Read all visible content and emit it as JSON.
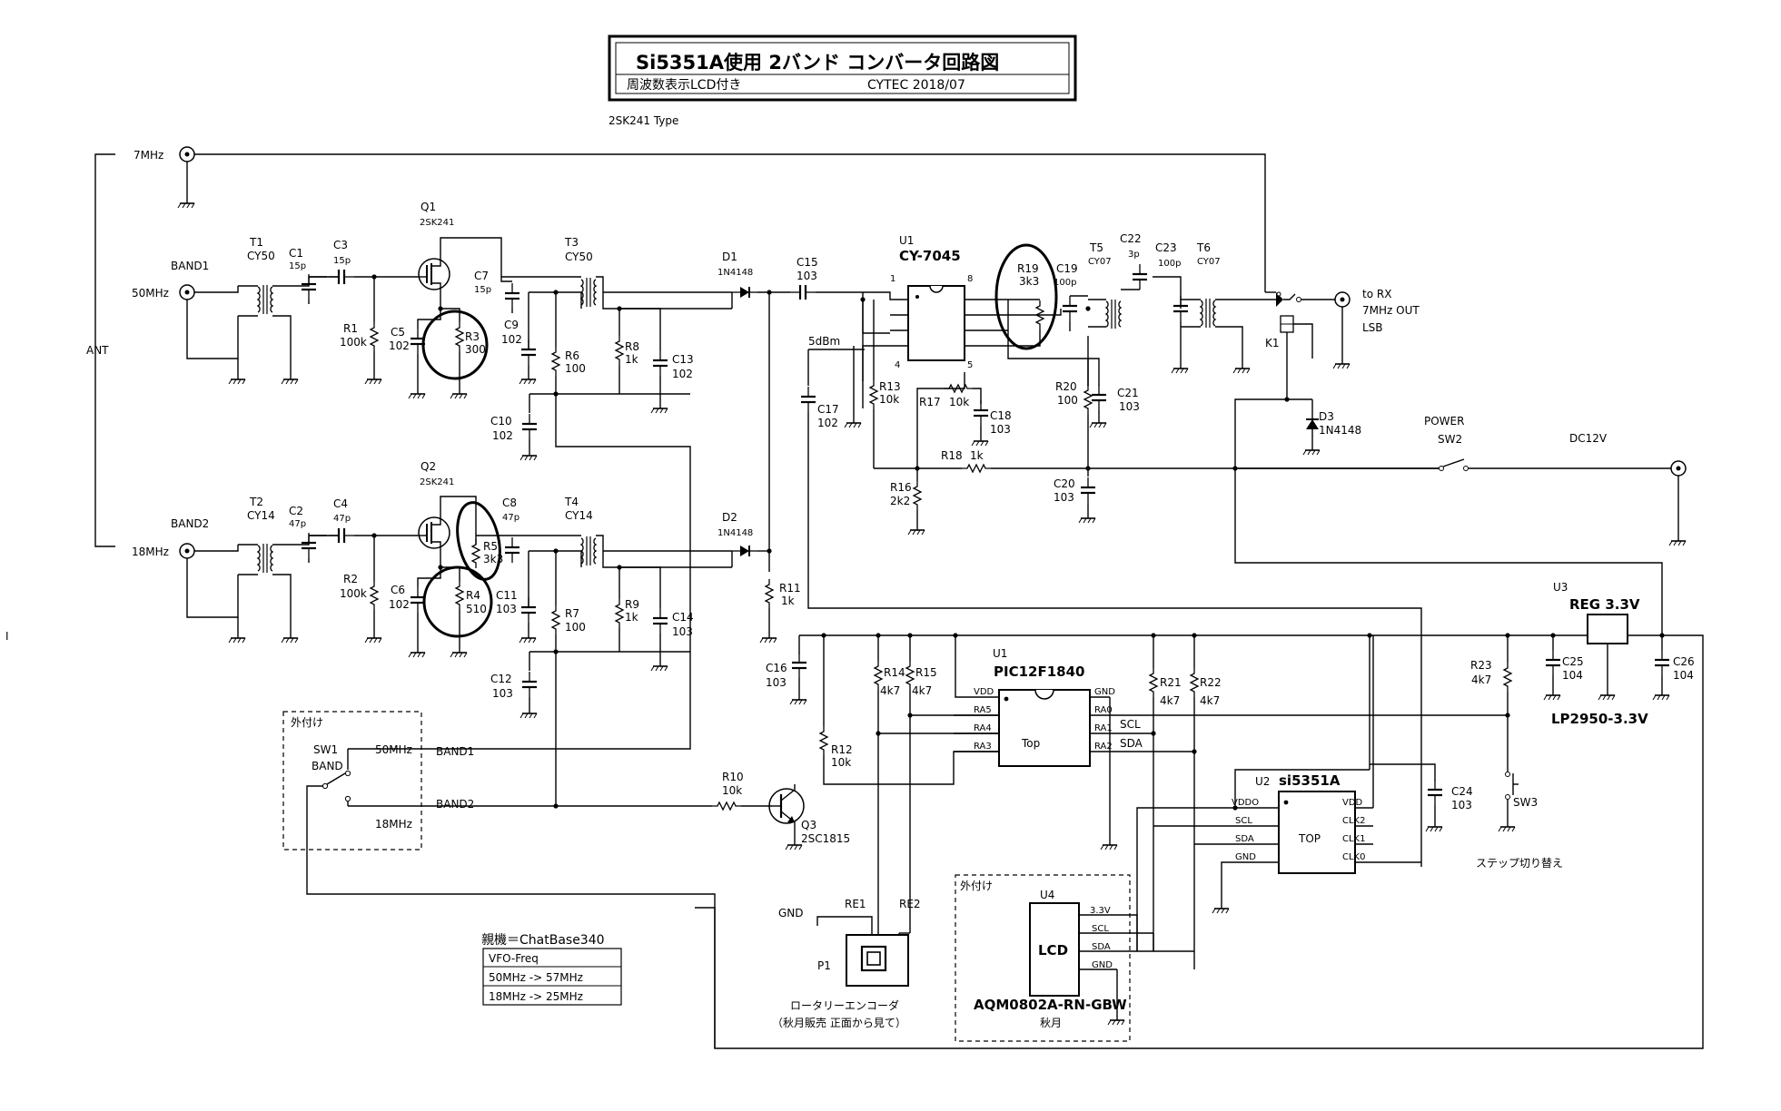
{
  "title": {
    "main": "Si5351A使用 2バンド コンバータ回路図",
    "sub_left": "周波数表示LCD付き",
    "sub_right": "CYTEC 2018/07",
    "type_note": "2SK241 Type"
  },
  "rf_inputs": {
    "ant": "ANT",
    "f7": "7MHz",
    "band1": "BAND1",
    "f50": "50MHz",
    "band2": "BAND2",
    "f18": "18MHz"
  },
  "parts": {
    "T1": [
      "T1",
      "CY50"
    ],
    "C1": [
      "C1",
      "15p"
    ],
    "C3": [
      "C3",
      "15p"
    ],
    "Q1": [
      "Q1",
      "2SK241"
    ],
    "R1": [
      "R1",
      "100k"
    ],
    "C5": [
      "C5",
      "102"
    ],
    "R3": [
      "R3",
      "300"
    ],
    "C7": [
      "C7",
      "15p"
    ],
    "C9": [
      "C9",
      "102"
    ],
    "T3": [
      "T3",
      "CY50"
    ],
    "R6": [
      "R6",
      "100"
    ],
    "R8": [
      "R8",
      "1k"
    ],
    "C13": [
      "C13",
      "102"
    ],
    "C10": [
      "C10",
      "102"
    ],
    "T2": [
      "T2",
      "CY14"
    ],
    "C2": [
      "C2",
      "47p"
    ],
    "C4": [
      "C4",
      "47p"
    ],
    "Q2": [
      "Q2",
      "2SK241"
    ],
    "R2": [
      "R2",
      "100k"
    ],
    "C6": [
      "C6",
      "102"
    ],
    "R4": [
      "R4",
      "510"
    ],
    "R5": [
      "R5",
      "3k3"
    ],
    "C8": [
      "C8",
      "47p"
    ],
    "C11": [
      "C11",
      "103"
    ],
    "T4": [
      "T4",
      "CY14"
    ],
    "R7": [
      "R7",
      "100"
    ],
    "R9": [
      "R9",
      "1k"
    ],
    "C14": [
      "C14",
      "103"
    ],
    "C12": [
      "C12",
      "103"
    ],
    "D1": [
      "D1",
      "1N4148"
    ],
    "D2": [
      "D2",
      "1N4148"
    ],
    "C15": [
      "C15",
      "103"
    ],
    "R11": [
      "R11",
      "1k"
    ],
    "C17": [
      "C17",
      "102"
    ],
    "C16": [
      "C16",
      "103"
    ],
    "U1a": [
      "U1",
      "CY-7045"
    ],
    "R13": [
      "R13",
      "10k"
    ],
    "R17": [
      "R17",
      "10k"
    ],
    "C18": [
      "C18",
      "103"
    ],
    "R16": [
      "R16",
      "2k2"
    ],
    "R18": [
      "R18",
      "1k"
    ],
    "R19": [
      "R19",
      "3k3"
    ],
    "C19": [
      "C19",
      "100p"
    ],
    "T5": [
      "T5",
      "CY07"
    ],
    "C22": [
      "C22",
      "3p"
    ],
    "C23": [
      "C23",
      "100p"
    ],
    "T6": [
      "T6",
      "CY07"
    ],
    "R20": [
      "R20",
      "100"
    ],
    "C21": [
      "C21",
      "103"
    ],
    "C20": [
      "C20",
      "103"
    ],
    "K1": [
      "K1",
      ""
    ],
    "D3": [
      "D3",
      "1N4148"
    ],
    "U1b": [
      "U1",
      "PIC12F1840"
    ],
    "R14": [
      "R14",
      "4k7"
    ],
    "R15": [
      "R15",
      "4k7"
    ],
    "R12": [
      "R12",
      "10k"
    ],
    "R10": [
      "R10",
      "10k"
    ],
    "Q3": [
      "Q3",
      "2SC1815"
    ],
    "R21": [
      "R21",
      "4k7"
    ],
    "R22": [
      "R22",
      "4k7"
    ],
    "U2": [
      "U2",
      "si5351A"
    ],
    "C24": [
      "C24",
      "103"
    ],
    "U3": [
      "U3",
      "REG 3.3V"
    ],
    "C25": [
      "C25",
      "104"
    ],
    "C26": [
      "C26",
      "104"
    ],
    "R23": [
      "R23",
      "4k7"
    ],
    "SW3": [
      "SW3",
      ""
    ],
    "U4": [
      "U4",
      "AQM0802A-RN-GBW"
    ],
    "P1": [
      "P1",
      ""
    ]
  },
  "pins": {
    "cy7045_1": "1",
    "cy7045_4": "4",
    "cy7045_5": "5",
    "cy7045_8": "8",
    "pic_vdd": "VDD",
    "pic_ra5": "RA5",
    "pic_ra4": "RA4",
    "pic_ra3": "RA3",
    "pic_gnd": "GND",
    "pic_ra0": "RA0",
    "pic_ra1": "RA1",
    "pic_ra2": "RA2",
    "pic_top": "Top",
    "si_vddo": "VDDO",
    "si_scl": "SCL",
    "si_sda": "SDA",
    "si_gnd": "GND",
    "si_vdd": "VDD",
    "si_clk2": "CLK2",
    "si_clk1": "CLK1",
    "si_clk0": "CLK0",
    "si_top": "TOP",
    "lcd_33": "3.3V",
    "lcd_scl": "SCL",
    "lcd_sda": "SDA",
    "lcd_gnd": "GND",
    "lcd_text": "LCD"
  },
  "labels": {
    "level_5dbm": "5dBm",
    "to_rx": "to RX",
    "out_7": "7MHz OUT",
    "lsb": "LSB",
    "power": "POWER",
    "sw2": "SW2",
    "dc12": "DC12V",
    "scl": "SCL",
    "sda": "SDA",
    "lp2950": "LP2950-3.3V",
    "step": "ステップ切り替え",
    "ext1": "外付け",
    "sw1": "SW1",
    "band": "BAND",
    "sw1_50": "50MHz",
    "sw1_18": "18MHz",
    "band1_net": "BAND1",
    "band2_net": "BAND2",
    "ext2": "外付け",
    "akizuki": "秋月",
    "re1": "RE1",
    "re2": "RE2",
    "gnd": "GND",
    "encoder": "ロータリーエンコーダ",
    "encoder_note": "（秋月販売 正面から見て）",
    "margin_mark": "I"
  },
  "vfo_table": {
    "heading": "親機＝ChatBase340",
    "rows": [
      "VFO-Freq",
      "50MHz -> 57MHz",
      "18MHz -> 25MHz"
    ]
  }
}
